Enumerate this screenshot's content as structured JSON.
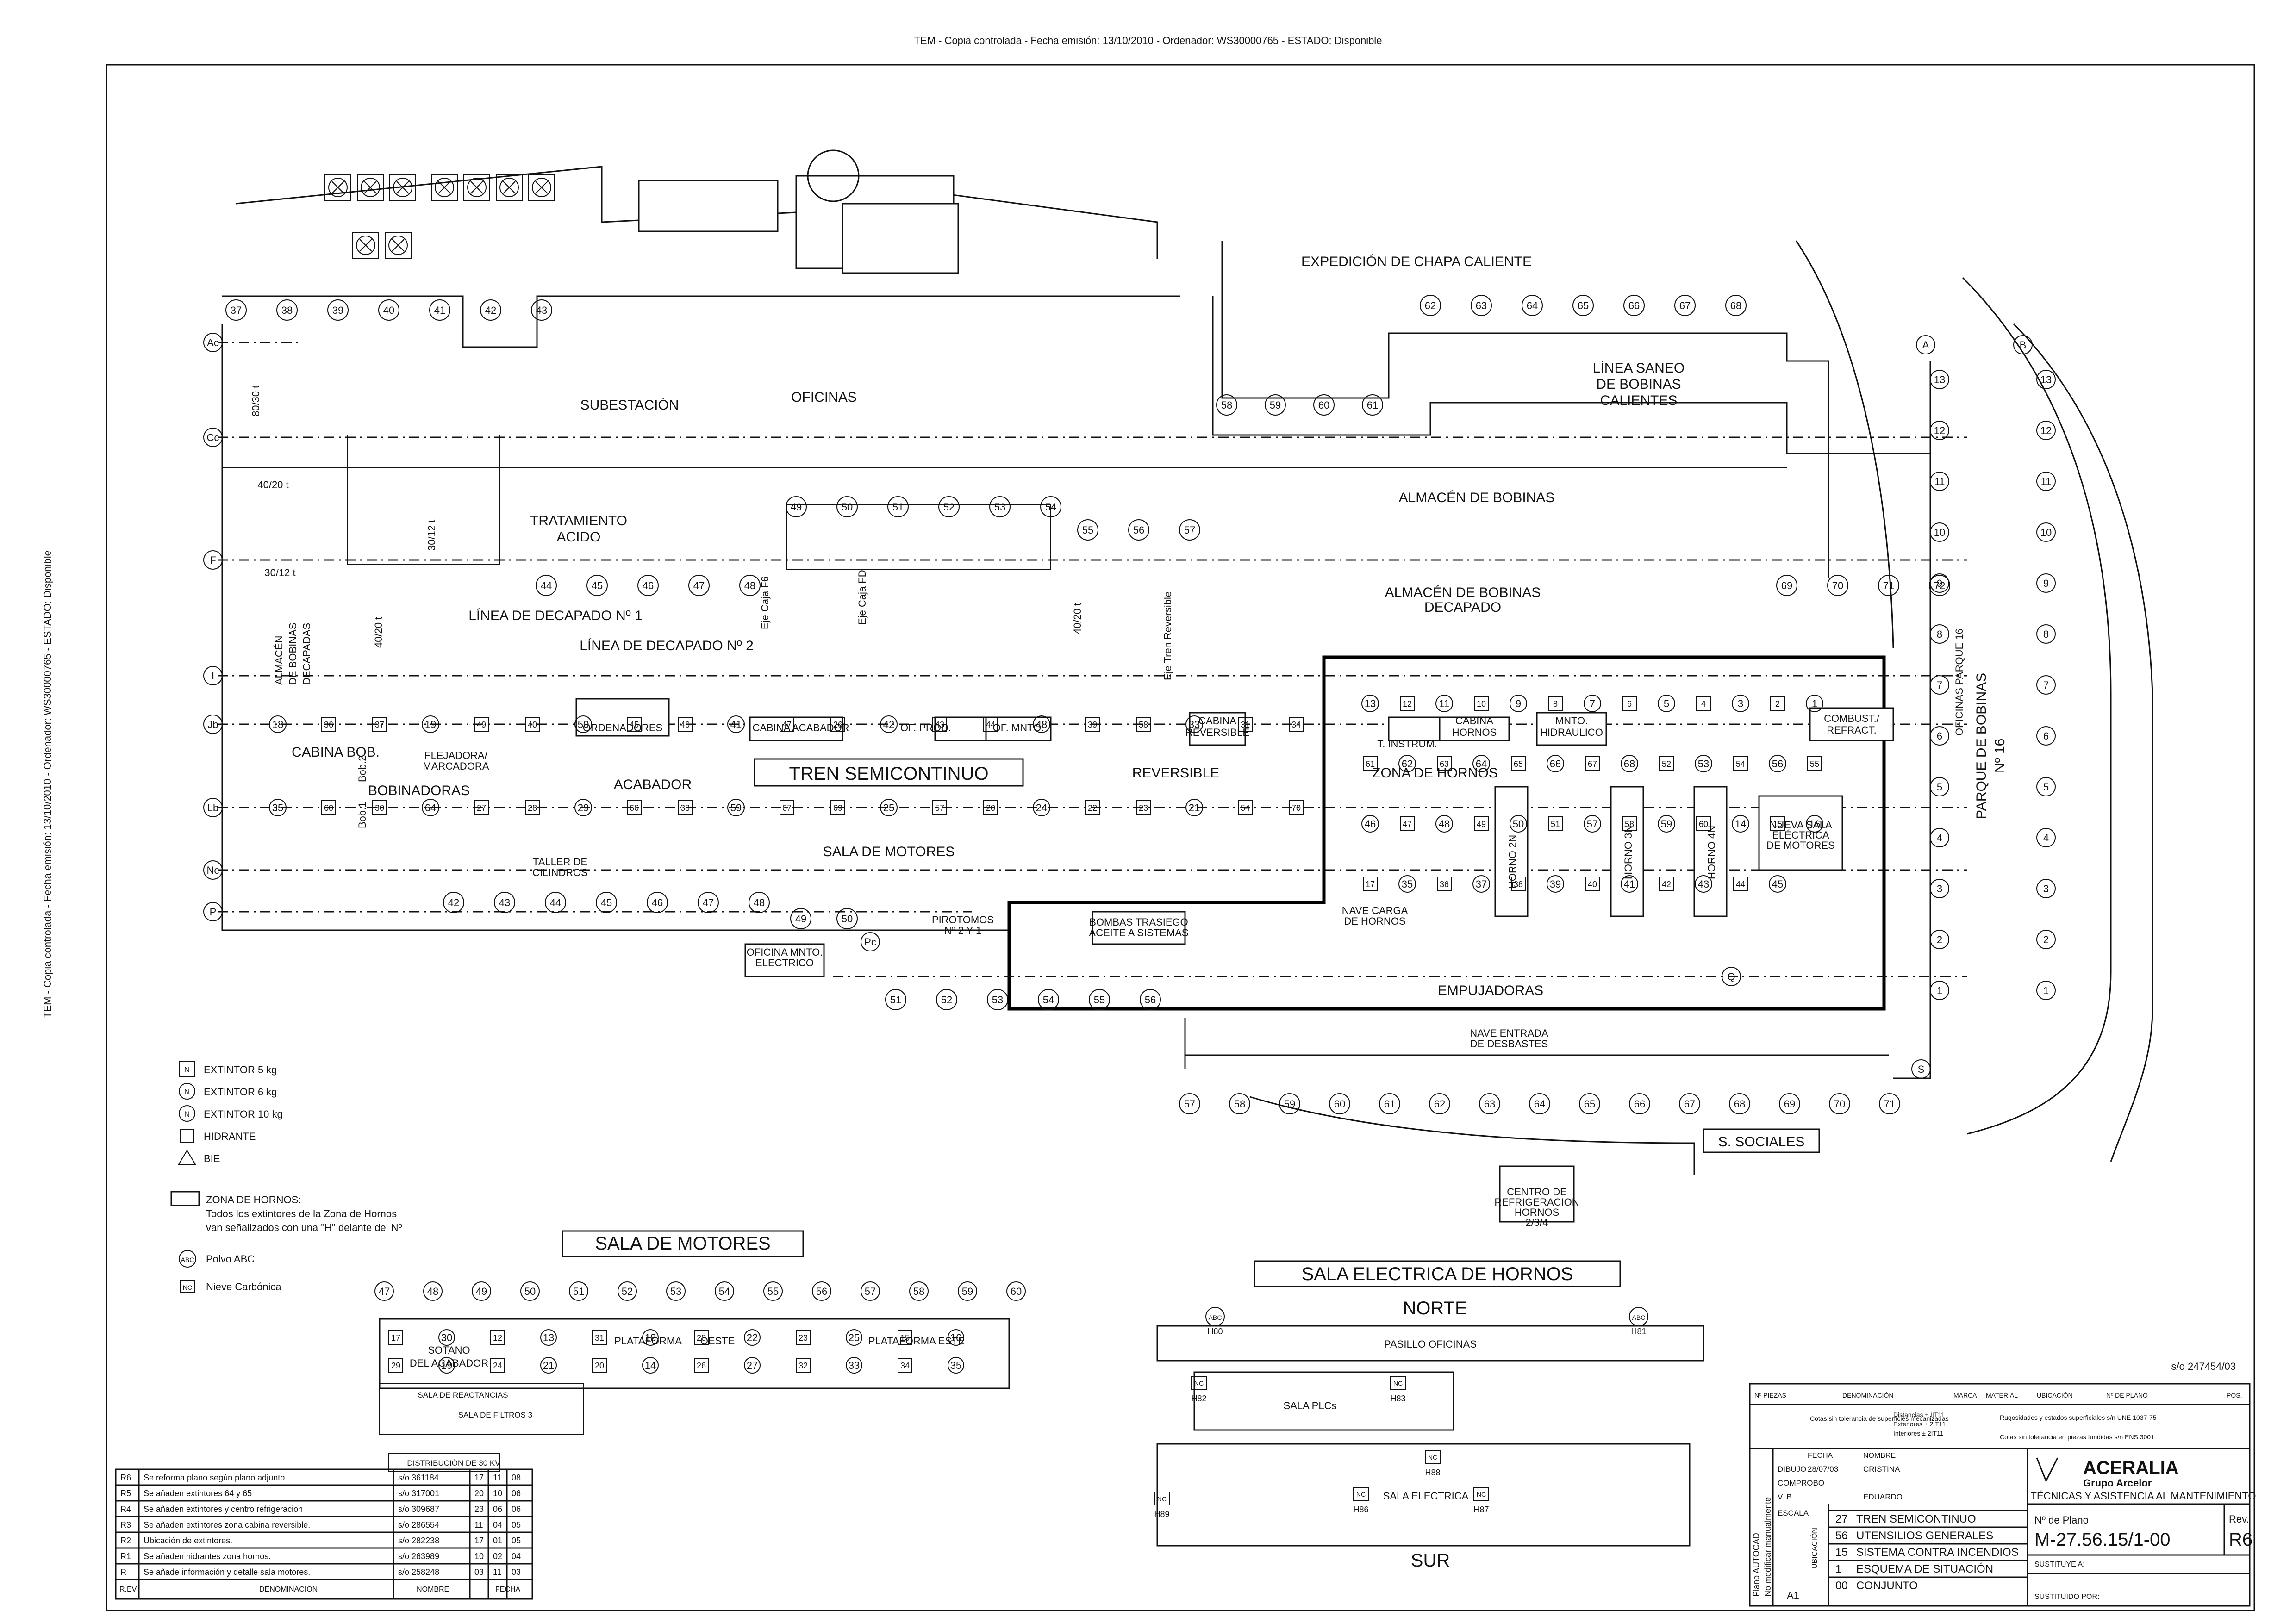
{
  "header_stamp": "TEM - Copia controlada - Fecha emisión: 13/10/2010 - Ordenador: WS30000765 - ESTADO: Disponible",
  "side_stamp": "TEM - Copia controlada - Fecha emisión: 13/10/2010 - Ordenador: WS30000765 - ESTADO: Disponible",
  "areas": {
    "expedicion": "EXPEDICIÓN DE CHAPA CALIENTE",
    "subestacion": "SUBESTACIÓN",
    "oficinas": "OFICINAS",
    "linea_saneo": [
      "LÍNEA SANEO",
      "DE BOBINAS",
      "CALIENTES"
    ],
    "almacen_bobinas": "ALMACÉN DE BOBINAS",
    "tratamiento_acido": [
      "TRATAMIENTO",
      "ACIDO"
    ],
    "almacen_decapado": [
      "ALMACÉN DE BOBINAS",
      "DECAPADO"
    ],
    "almacen_decapadas": [
      "ALMACÉN",
      "DE BOBINAS",
      "DECAPADAS"
    ],
    "linea_decapado_1": "LÍNEA DE DECAPADO Nº 1",
    "linea_decapado_2": "LÍNEA DE DECAPADO Nº 2",
    "eje_caja_f6": "Eje Caja F6",
    "eje_caja_fd": "Eje Caja FD",
    "eje_tren_reversible": "Eje Tren Reversible",
    "cabina_bob": "CABINA BOB.",
    "ordenadores": "ORDENADORES",
    "cabina_acabador": "CABINA ACABADOR",
    "of_prod": "OF. PROD.",
    "of_mnto": "OF. MNTO.",
    "cabina_reversible": [
      "CABINA",
      "REVERSIBLE"
    ],
    "t_instrum": "T. INSTRUM.",
    "cabina_hornos": [
      "CABINA",
      "HORNOS"
    ],
    "mnto_hidraulico": [
      "MNTO.",
      "HIDRAULICO"
    ],
    "combust": [
      "COMBUST./",
      "REFRACT."
    ],
    "oficinas_parque": [
      "OFICINAS PARQUE 16"
    ],
    "parque_bobinas": [
      "PARQUE DE BOBINAS",
      "Nº 16"
    ],
    "flejadora": [
      "FLEJADORA/",
      "MARCADORA"
    ],
    "bobinadoras": "BOBINADORAS",
    "bob2": "Bob.2",
    "bob1": "Bob.1",
    "tren_semicontinuo": "TREN SEMICONTINUO",
    "acabador": "ACABADOR",
    "reversible": "REVERSIBLE",
    "zona_hornos": "ZONA DE HORNOS",
    "horno_2n": "HORNO 2N",
    "horno_3n": "HORNO 3N",
    "horno_4n": "HORNO 4N",
    "nueva_sala": [
      "NUEVA SALA",
      "ELÉCTRICA",
      "DE MOTORES"
    ],
    "sala_motores": "SALA DE MOTORES",
    "taller_cilindros": [
      "TALLER DE",
      "CILINDROS"
    ],
    "pirotomos": [
      "PIROTOMOS",
      "Nº 2 Y 1"
    ],
    "bombas": [
      "BOMBAS TRASIEGO",
      "ACEITE A SISTEMAS"
    ],
    "oficina_mnto": [
      "OFICINA MNTO.",
      "ELECTRICO"
    ],
    "nave_carga": [
      "NAVE CARGA",
      "DE HORNOS"
    ],
    "empujadoras": "EMPUJADORAS",
    "nave_entrada": [
      "NAVE ENTRADA",
      "DE DESBASTES"
    ],
    "s_sociales": "S. SOCIALES",
    "centro_refrig": [
      "CENTRO DE",
      "REFRIGERACION",
      "HORNOS",
      "2/3/4"
    ],
    "capacity_80_30": "80/30 t",
    "capacity_40_20": "40/20 t",
    "capacity_30_12": "30/12 t"
  },
  "grid": {
    "top_cols": [
      "37",
      "38",
      "39",
      "40",
      "41",
      "42",
      "43"
    ],
    "top_cols_right": [
      "62",
      "63",
      "64",
      "65",
      "66",
      "67",
      "68"
    ],
    "mid_cols_a": [
      "58",
      "59",
      "60",
      "61"
    ],
    "mid_cols_b": [
      "49",
      "50",
      "51",
      "52",
      "53",
      "54"
    ],
    "mid_cols_c": [
      "55",
      "56",
      "57"
    ],
    "row_cols": [
      "44",
      "45",
      "46",
      "47",
      "48"
    ],
    "row_cols_right": [
      "69",
      "70",
      "71",
      "72"
    ],
    "lower_cols": [
      "42",
      "43",
      "44",
      "45",
      "46",
      "47",
      "48"
    ],
    "lower_cols_b": [
      "49",
      "50"
    ],
    "bottom_cols_a": [
      "51",
      "52",
      "53",
      "54",
      "55",
      "56"
    ],
    "bottom_cols": [
      "57",
      "58",
      "59",
      "60",
      "61",
      "62",
      "63",
      "64",
      "65",
      "66",
      "67",
      "68",
      "69",
      "70",
      "71"
    ],
    "rows_left": [
      "Ac",
      "Cc",
      "F",
      "I",
      "Jb",
      "Lb",
      "Nc",
      "P"
    ],
    "right_rows_a": [
      "13",
      "12",
      "11",
      "10",
      "9",
      "8",
      "7",
      "6",
      "5",
      "4",
      "3",
      "2",
      "1"
    ],
    "right_rows_b": [
      "13",
      "12",
      "11",
      "10",
      "9",
      "8",
      "7",
      "6",
      "5",
      "4",
      "3",
      "2",
      "1"
    ],
    "right_letters": [
      "A",
      "B",
      "S",
      "Q",
      "Pc"
    ]
  },
  "legend": {
    "items": [
      {
        "symbol": "N",
        "label": "EXTINTOR 5 kg"
      },
      {
        "symbol": "N",
        "label": "EXTINTOR 6 kg"
      },
      {
        "symbol": "N",
        "label": "EXTINTOR 10 kg"
      },
      {
        "symbol": "",
        "label": "HIDRANTE"
      },
      {
        "symbol": "",
        "label": "BIE"
      }
    ],
    "zona_title": "ZONA DE HORNOS:",
    "zona_text_1": "Todos los extintores de la Zona de Hornos",
    "zona_text_2": "van señalizados con una \"H\" delante del Nº",
    "abc_symbol": "ABC",
    "abc_label": "Polvo ABC",
    "nc_symbol": "NC",
    "nc_label": "Nieve Carbónica"
  },
  "sala_motores": {
    "title": "SALA DE MOTORES",
    "cols": [
      "47",
      "48",
      "49",
      "50",
      "51",
      "52",
      "53",
      "54",
      "55",
      "56",
      "57",
      "58",
      "59",
      "60"
    ],
    "sotano": [
      "SOTANO",
      "DEL ACABADOR"
    ],
    "plataforma": "PLATAFORMA",
    "oeste": "OESTE",
    "plataforma_este": "PLATAFORMA ESTE",
    "sala_reactancias": "SALA DE REACTANCIAS",
    "sala_filtros": "SALA DE FILTROS 3",
    "distribucion": "DISTRIBUCIÓN DE 30 KV",
    "marks": [
      "17",
      "30",
      "12",
      "13",
      "31",
      "18",
      "28",
      "22",
      "23",
      "25",
      "15",
      "16",
      "29",
      "19",
      "24",
      "21",
      "20",
      "14",
      "26",
      "27",
      "32",
      "33",
      "34",
      "35"
    ]
  },
  "sala_electrica": {
    "title": "SALA ELECTRICA DE HORNOS",
    "norte": "NORTE",
    "sur": "SUR",
    "pasillo": "PASILLO OFICINAS",
    "sala_plcs": "SALA PLCs",
    "sala_electrica": "SALA ELECTRICA",
    "abc": "ABC",
    "nc": "NC",
    "marks": [
      "H80",
      "H81",
      "H82",
      "H83",
      "H88",
      "H89",
      "H86",
      "H87"
    ]
  },
  "revisions": [
    {
      "rev": "R6",
      "desc": "Se reforma plano según plano adjunto",
      "ref": "s/o 361184",
      "d": "17",
      "m": "11",
      "y": "08"
    },
    {
      "rev": "R5",
      "desc": "Se añaden extintores 64 y 65",
      "ref": "s/o 317001",
      "d": "20",
      "m": "10",
      "y": "06"
    },
    {
      "rev": "R4",
      "desc": "Se añaden extintores y centro refrigeracion",
      "ref": "s/o 309687",
      "d": "23",
      "m": "06",
      "y": "06"
    },
    {
      "rev": "R3",
      "desc": "Se añaden extintores zona cabina reversible.",
      "ref": "s/o 286554",
      "d": "11",
      "m": "04",
      "y": "05"
    },
    {
      "rev": "R2",
      "desc": "Ubicación de extintores.",
      "ref": "s/o 282238",
      "d": "17",
      "m": "01",
      "y": "05"
    },
    {
      "rev": "R1",
      "desc": "Se añaden hidrantes zona hornos.",
      "ref": "s/o 263989",
      "d": "10",
      "m": "02",
      "y": "04"
    },
    {
      "rev": "R",
      "desc": "Se añade información y detalle sala motores.",
      "ref": "s/o 258248",
      "d": "03",
      "m": "11",
      "y": "03"
    }
  ],
  "rev_headers": {
    "rev": "R.EV.",
    "desc": "DENOMINACION",
    "name": "NOMBRE",
    "date": "FECHA"
  },
  "title_block": {
    "so_ref": "s/o 247454/03",
    "headers": [
      "Nº PIEZAS",
      "DENOMINACIÓN",
      "MARCA",
      "MATERIAL",
      "UBICACIÓN",
      "Nº DE PLANO",
      "POS."
    ],
    "tolerancia_1": "Cotas sin tolerancia de superficies mecanizadas",
    "distancias": "Distancias ± IIT11",
    "exteriores": "Exteriores ± 2IT11",
    "interiores": "Interiores ± 2IT11",
    "rugosidades": "Rugosidades y estados superficiales s/n UNE 1037-75",
    "cotas_fundidas": "Cotas sin tolerancia en piezas fundidas s/n ENS 3001",
    "fecha_label": "FECHA",
    "nombre_label": "NOMBRE",
    "dibujo": "DIBUJO",
    "dibujo_fecha": "28/07/03",
    "dibujo_nombre": "CRISTINA",
    "comprobo": "COMPROBO",
    "vb": "V. B.",
    "vb_nombre": "EDUARDO",
    "escala": "ESCALA",
    "escala_val": "A1",
    "ubicacion": "UBICACIÓN",
    "lines": [
      {
        "n": "27",
        "t": "TREN SEMICONTINUO"
      },
      {
        "n": "56",
        "t": "UTENSILIOS GENERALES"
      },
      {
        "n": "15",
        "t": "SISTEMA CONTRA INCENDIOS"
      },
      {
        "n": "1",
        "t": "ESQUEMA DE SITUACIÓN"
      },
      {
        "n": "00",
        "t": "CONJUNTO"
      }
    ],
    "company": "ACERALIA",
    "group": "Grupo Arcelor",
    "dept": "TÉCNICAS Y ASISTENCIA AL MANTENIMIENTO",
    "plano_label": "Nº de Plano",
    "plano": "M-27.56.15/1-00",
    "rev_label": "Rev.",
    "rev": "R6",
    "sustituye": "SUSTITUYE A:",
    "sustituido": "SUSTITUIDO POR:",
    "autocad": "Plano AUTOCAD",
    "no_modificar": "No modificar manualmente"
  },
  "markers": {
    "m1": [
      "18",
      "36",
      "37",
      "19",
      "49",
      "40",
      "50",
      "45",
      "46",
      "41",
      "47",
      "26",
      "42",
      "43",
      "44",
      "48",
      "39",
      "58",
      "33",
      "31",
      "34",
      "35",
      "60",
      "30",
      "64",
      "27",
      "28",
      "29",
      "66",
      "38",
      "59",
      "67",
      "69",
      "25",
      "57",
      "20",
      "24",
      "22",
      "23",
      "21",
      "54",
      "70"
    ],
    "m2": [
      "13",
      "12",
      "11",
      "10",
      "9",
      "8",
      "7",
      "6",
      "5",
      "4",
      "3",
      "2",
      "1",
      "61",
      "62",
      "63",
      "64",
      "65",
      "66",
      "67",
      "68",
      "52",
      "53",
      "54",
      "56",
      "55",
      "46",
      "47",
      "48",
      "49",
      "50",
      "51",
      "57",
      "58",
      "59",
      "60",
      "14",
      "15",
      "16",
      "17",
      "35",
      "36",
      "37",
      "38",
      "39",
      "40",
      "41",
      "42",
      "43",
      "44",
      "45"
    ]
  },
  "colors": {
    "ink": "#111111",
    "paper": "#ffffff"
  }
}
